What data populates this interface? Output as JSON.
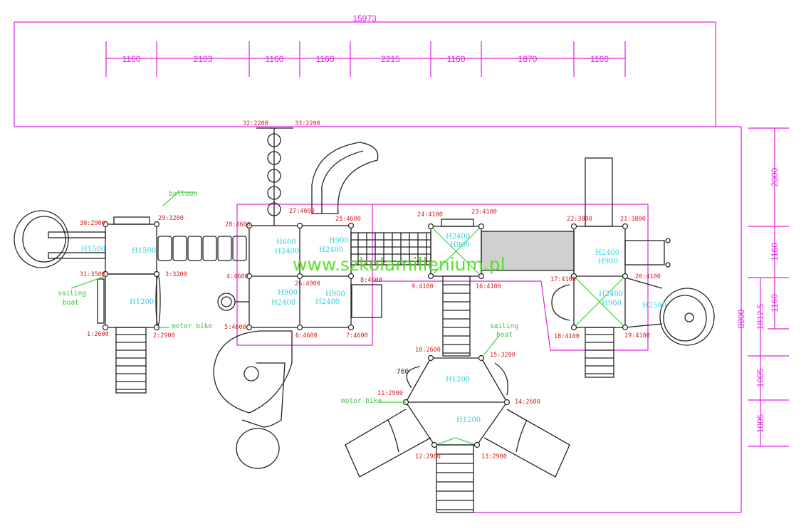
{
  "dimensions": {
    "overall_width": "15973",
    "segments": [
      "1160",
      "2103",
      "1160",
      "1160",
      "2215",
      "1160",
      "1870",
      "1160"
    ],
    "overall_height": "8800",
    "right_mid": [
      "1812.5",
      "1005",
      "1005"
    ],
    "right_outer": [
      "2000",
      "1160",
      "1160"
    ]
  },
  "post_labels": [
    "30:2900",
    "29:3200",
    "31:3500",
    "3:3200",
    "1:2600",
    "2:2900",
    "28:4600",
    "27:4600",
    "25:4600",
    "4:4600",
    "26:4900",
    "8:4600",
    "5:4600",
    "6:4600",
    "7:4600",
    "24:4100",
    "23:4100",
    "9:4100",
    "16:4100",
    "22:3800",
    "21:3800",
    "17:4100",
    "20:4100",
    "18:4100",
    "19:4100",
    "10:2600",
    "15:3200",
    "11:2900",
    "14:2600",
    "12:2900",
    "13:2900",
    "32:2200",
    "33:2200"
  ],
  "height_labels": [
    "H1500",
    "H1500",
    "H1200",
    "H600",
    "H2400",
    "H900",
    "H2400",
    "H900",
    "H2400",
    "H900",
    "H2400",
    "H2400",
    "H900",
    "H2400",
    "H900",
    "H2400",
    "H900",
    "H2580",
    "H1200",
    "H1200"
  ],
  "component_labels": [
    "balloon",
    "sailing",
    "boat",
    "motor bike",
    "sailing",
    "boat",
    "motor bike",
    "760"
  ],
  "watermark": "www.szkolamillenium.pl",
  "colors": {
    "dimension": "#e020e0",
    "post": "#d42020",
    "height": "#30d0e0",
    "component": "#40c040"
  }
}
